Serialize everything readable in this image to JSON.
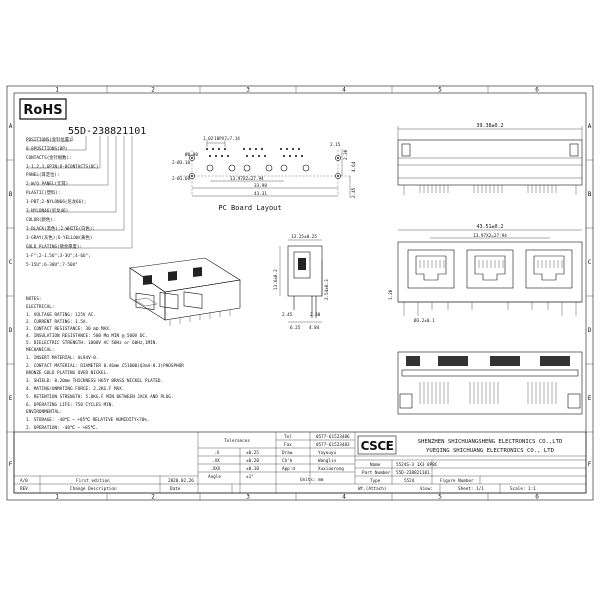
{
  "frame": {
    "col_labels": [
      "1",
      "2",
      "3",
      "4",
      "5",
      "6"
    ],
    "row_labels": [
      "A",
      "B",
      "C",
      "D",
      "E",
      "F"
    ]
  },
  "part": {
    "rohs": "RoHS",
    "number": "55D-238821101"
  },
  "code_legend": [
    "POSITIONS(金针位置):",
    "8-8POSITIONS(8P)",
    "CONTACTS(金针根数):",
    "1-1,2,3,6PIN;8-8CONTACTS(8C)",
    "PANEL(耳定位):",
    "2-W/O PANEL(无耳)",
    "PLASTIC(塑料):",
    "1-PBT;2-NYLON66(尼龙66);",
    "3-NYLON46(尼龙46)",
    "COLOR(颜色):",
    "1-BLACK(黑色);2-WHITE(白色);",
    "3-GRAY(灰色);6-YELLOW(黄色)",
    "GOLD PLATING(镀金厚度):",
    "1-F\";2-1.5U\";3-3U\";4-6U\";",
    "5-15U\";6-30U\";7-50U\""
  ],
  "pcb": {
    "title": "PC Board Layout",
    "dims": [
      "1.02",
      "10PX7=7.14",
      "2-Ø3.10",
      "Ø0.90",
      "2-Ø1.60",
      "13.97X2=27.94",
      "2.15",
      "2.30",
      "4.64",
      "33.98",
      "43.31",
      "2.45"
    ]
  },
  "top_view": {
    "dims": [
      "39.38±0.2"
    ]
  },
  "front_view": {
    "dims": [
      "43.51±0.2",
      "13.97X2=27.94",
      "1.20",
      "Ø3.2±0.1"
    ]
  },
  "side_view": {
    "dims": [
      "13.25±0.25",
      "13.6±0.2",
      "2.54±0.3",
      "2.45",
      "2.30",
      "6.25",
      "4.84"
    ]
  },
  "notes": [
    "NOTES:",
    "ELECTRICAL:",
    "1. VOLTAGE RATING: 125V AC.",
    "2. CURRENT RATING: 1.5A.",
    "3. CONTACT RESISTANCE: 30 mΩ MAX.",
    "4. INSULATION RESISTANCE: 500 MΩ MIN @ 500V DC.",
    "5. DIELECTRIC STRENGTH: 1000V AC 50Hz or 60Hz,1MIN.",
    "MECHANICAL:",
    "1. INSERT MATERIAL: UL94V-0.",
    "2. CONTACT MATERIAL: DIAMETER 0.46mm C51000(Q3m4-0.3)PHOSPHOR",
    "   BRONZE GOLD PLATING OVER NICKEL.",
    "3. SHIELD: 0.20mm THICKNESS H65Y BRASS NICKEL PLATED.",
    "4. MATING/UNMATING FORCE: 2.2KG.F MAX.",
    "5. RETENTION STRENGTH: 5.0KG.F MIN BETWEEN JACK AND PLUG.",
    "6. OPERATING LIFE: 750 CYCLES MIN.",
    "ENVIRONMENTAL:",
    "1. STORAGE: -40℃ ~ +85℃ RELATIVE HUMIDITY<70%.",
    "2. OPERATION: -40℃ ~ +85℃."
  ],
  "title_block": {
    "tolerances": "Tolerances",
    "tol_rows": [
      {
        "fmt": ".X",
        "val": "±0.25"
      },
      {
        "fmt": ".XX",
        "val": "±0.20"
      },
      {
        "fmt": ".XXX",
        "val": "±0.10"
      },
      {
        "fmt": "Angle",
        "val": "±1°"
      }
    ],
    "tel_label": "Tel",
    "tel": "0577-61523486",
    "fax_label": "Fax",
    "fax": "0577-61523483",
    "draw_label": "Draw",
    "draw": "Yoyouyu",
    "chk_label": "Ch'k",
    "chk": "Wanglin",
    "appd_label": "App'd",
    "appd": "Xuxiaorong",
    "units": "Units: mm",
    "name_label": "Name",
    "name": "5524S-3 1X3 8P8C",
    "part_label": "Part Number",
    "part": "55D-238821101",
    "type_label": "Type",
    "type": "5524",
    "figure_label": "Figure Number",
    "wt_label": "Wt.(Attach)",
    "view_label": "View:",
    "sheet": "Sheet: 1/1",
    "scale": "Scale: 1:1",
    "logo": "CSCE",
    "company1": "SHENZHEN SHICHUANGSHENG ELECTRONICS CO.,LTD",
    "company2": "YUEQING SHICHUANG ELECTRONICS CO., LTD",
    "rev_a": "A/0",
    "rev_desc": "First edition",
    "rev_date": "2020.02.26",
    "rev_label": "REV",
    "chg_label": "Change Description",
    "date_label": "Date"
  }
}
